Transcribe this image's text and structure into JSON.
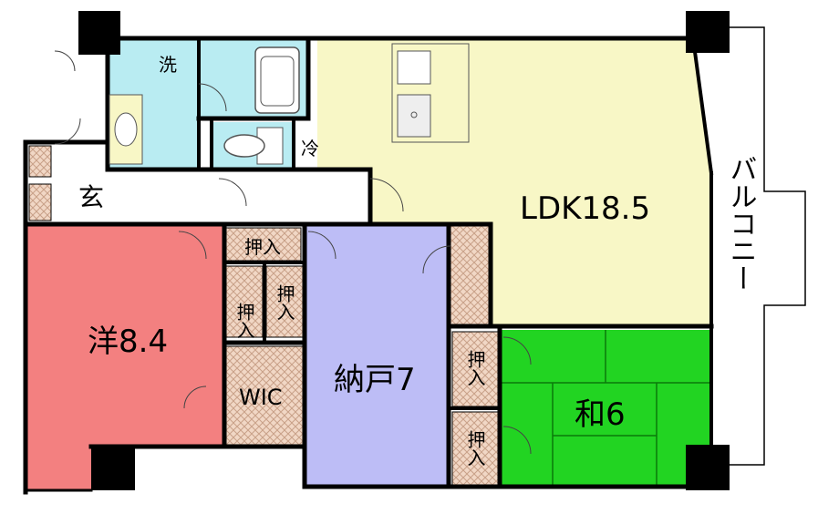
{
  "floorplan": {
    "rooms": {
      "ldk": {
        "label": "LDK18.5",
        "color": "#f8f7c6"
      },
      "western": {
        "label": "洋8.4",
        "color": "#f38080"
      },
      "storage": {
        "label": "納戸7",
        "color": "#bdbdf6"
      },
      "japanese": {
        "label": "和6",
        "color": "#22d422"
      },
      "washroom": {
        "label": "洗",
        "color": "#b9ecf2"
      },
      "entrance": {
        "label": "玄"
      },
      "fridge": {
        "label": "冷"
      },
      "wic": {
        "label": "WIC"
      },
      "closet_top": {
        "label": "押入"
      },
      "closet_mid_left": {
        "label": "押入"
      },
      "closet_mid_right": {
        "label": "押入"
      },
      "closet_japanese_upper": {
        "label": "押入"
      },
      "closet_japanese_lower": {
        "label": "押入"
      }
    },
    "balcony": {
      "label": "バルコニー"
    },
    "colors": {
      "wall": "#000000",
      "closet_pattern_bg": "#f1d7c5",
      "closet_pattern_line": "#c8a088",
      "corridor": "#ffffff",
      "water_area": "#b9ecf2",
      "tatami_line": "#0a7a0a"
    }
  }
}
